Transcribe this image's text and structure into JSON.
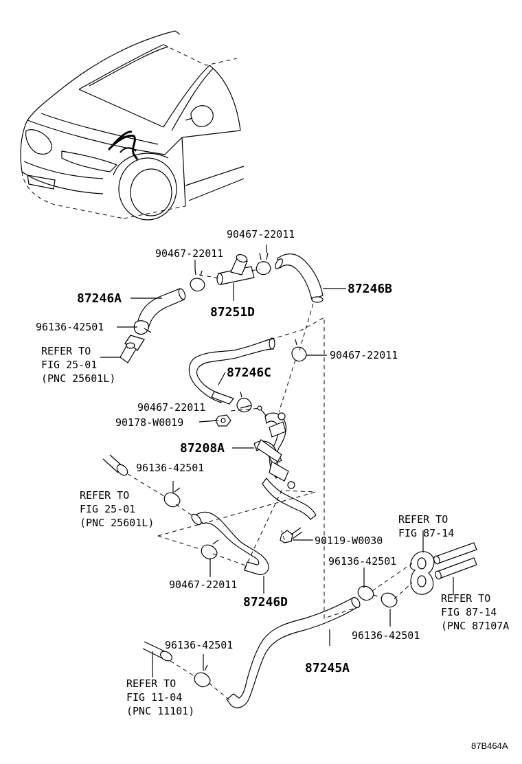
{
  "labels": {
    "p90467_top": "90467-22011",
    "p90467_left": "90467-22011",
    "p87246B": "87246B",
    "p87246A": "87246A",
    "p87251D": "87251D",
    "p96136_a": "96136-42501",
    "refer1_a": "REFER TO",
    "refer1_b": "FIG 25-01",
    "refer1_c": "(PNC 25601L)",
    "p90467_right": "90467-22011",
    "p87246C": "87246C",
    "p90467_mid": "90467-22011",
    "p90178": "90178-W0019",
    "p87208A": "87208A",
    "p96136_b": "96136-42501",
    "refer2_a": "REFER TO",
    "refer2_b": "FIG 25-01",
    "refer2_c": "(PNC 25601L)",
    "refer3_a": "REFER TO",
    "refer3_b": "FIG 87-14",
    "p90119": "90119-W0030",
    "p96136_c": "96136-42501",
    "refer4_a": "REFER TO",
    "refer4_b": "FIG 87-14",
    "refer4_c": "(PNC 87107A",
    "p90467_bot": "90467-22011",
    "p87246D": "87246D",
    "p96136_d": "96136-42501",
    "p96136_e": "96136-42501",
    "p87245A": "87245A",
    "refer5_a": "REFER TO",
    "refer5_b": "FIG 11-04",
    "refer5_c": "(PNC 11101)",
    "drawing_code": "87B464A"
  }
}
